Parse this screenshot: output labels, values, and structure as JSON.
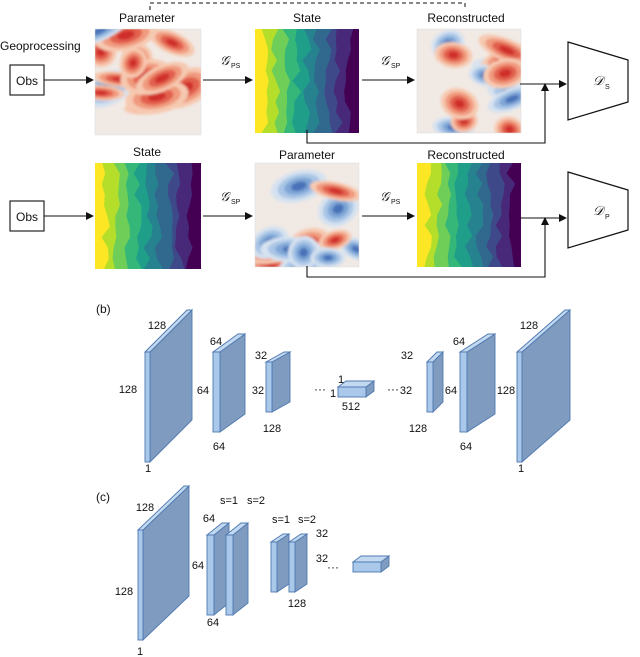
{
  "panel_a": {
    "geoprocessing": "Geoprocessing",
    "obs": "Obs",
    "row1": {
      "maps": [
        "Parameter",
        "State",
        "Reconstructed"
      ],
      "ops": [
        {
          "sym": "𝒢",
          "sub": "PS"
        },
        {
          "sym": "𝒢",
          "sub": "SP"
        }
      ],
      "disc": {
        "sym": "𝒟",
        "sub": "S"
      }
    },
    "row2": {
      "maps": [
        "State",
        "Parameter",
        "Reconstructed"
      ],
      "ops": [
        {
          "sym": "𝒢",
          "sub": "SP"
        },
        {
          "sym": "𝒢",
          "sub": "PS"
        }
      ],
      "disc": {
        "sym": "𝒟",
        "sub": "P"
      }
    }
  },
  "panel_b": {
    "label": "(b)",
    "ellipsis": "···",
    "dims": {
      "l1_top": "128",
      "l1_side": "128",
      "l1_bottom": "1",
      "l2_top": "64",
      "l2_side": "64",
      "l2_bottom": "64",
      "l3_top": "32",
      "l3_side": "32",
      "l3_bottom": "128",
      "c_top": "1",
      "c_side": "1",
      "c_bottom": "512",
      "r3_top": "32",
      "r3_side": "32",
      "r3_bottom": "128",
      "r2_top": "64",
      "r2_side": "64",
      "r2_bottom": "64",
      "r1_top": "128",
      "r1_side": "128",
      "r1_bottom": "1"
    }
  },
  "panel_c": {
    "label": "(c)",
    "ellipsis": "···",
    "dims": {
      "l1_top": "128",
      "l1_side": "128",
      "l1_bottom": "1",
      "s1a": "s=1",
      "s2a": "s=2",
      "l2_top": "64",
      "l2_side": "64",
      "l2_bottom": "64",
      "s1b": "s=1",
      "s2b": "s=2",
      "l3_top": "32",
      "l3_side": "32",
      "l3_bottom": "128"
    }
  },
  "colors": {
    "block_front": "#a9c8ea",
    "block_side": "#7f9cc0",
    "block_top": "#c3d9f1",
    "block_stroke": "#4f79b0",
    "viridis": [
      "#fde725",
      "#b5de2b",
      "#6ece58",
      "#35b779",
      "#1f9e89",
      "#26828e",
      "#31688e",
      "#3e4989",
      "#482878",
      "#440154"
    ]
  }
}
